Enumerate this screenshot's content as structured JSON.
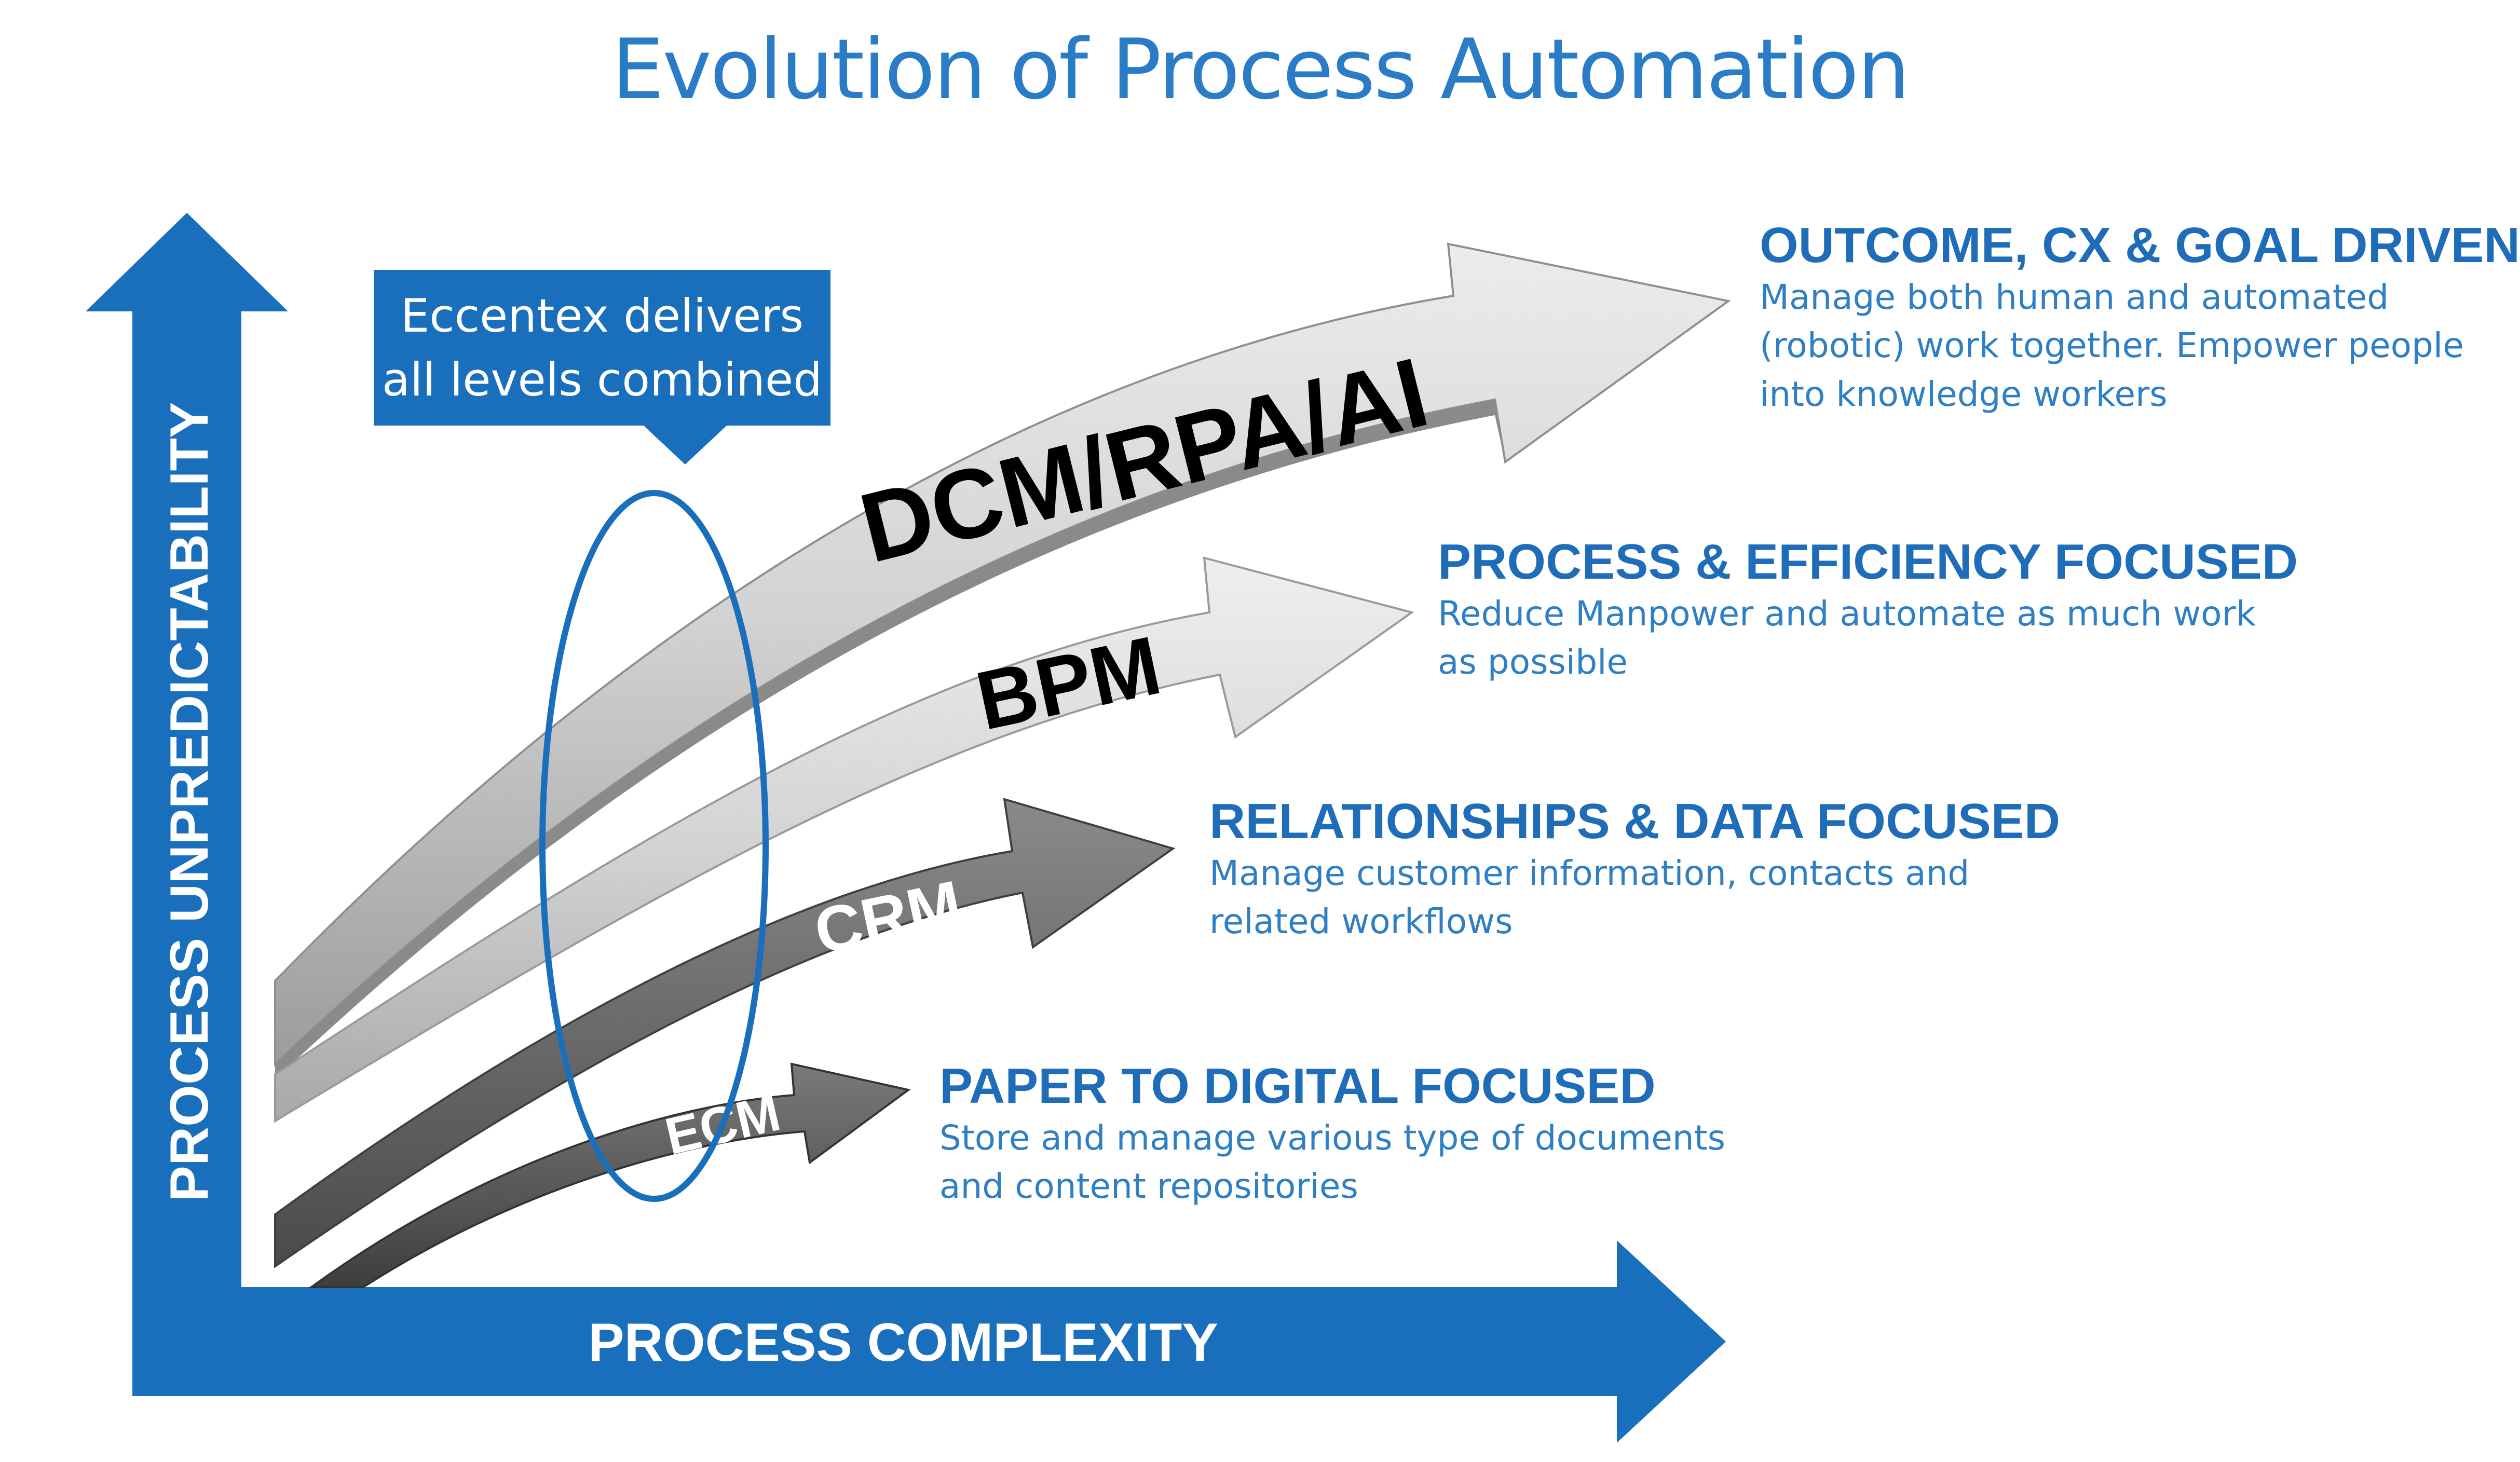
{
  "title": "Evolution of Process Automation",
  "callout": {
    "lines": [
      "Eccentex delivers",
      "all levels combined"
    ]
  },
  "axes": {
    "y_label": "PROCESS UNPREDICTABILITY",
    "x_label": "PROCESS COMPLEXITY"
  },
  "arrows": [
    {
      "label": "ECM",
      "label_color": "#ffffff"
    },
    {
      "label": "CRM",
      "label_color": "#ffffff"
    },
    {
      "label": "BPM",
      "label_color": "#000000"
    },
    {
      "label": "DCM/RPA/AI",
      "label_color": "#000000"
    }
  ],
  "descriptions": [
    {
      "heading": "OUTCOME, CX & GOAL DRIVEN",
      "lines": [
        "Manage both human and automated",
        "(robotic) work together.  Empower people",
        "into knowledge  workers"
      ]
    },
    {
      "heading": "PROCESS & EFFICIENCY FOCUSED",
      "lines": [
        "Reduce Manpower  and automate as much work",
        "as possible"
      ]
    },
    {
      "heading": "RELATIONSHIPS & DATA FOCUSED",
      "lines": [
        "Manage customer information,  contacts and",
        "related workflows"
      ]
    },
    {
      "heading": "PAPER TO DIGITAL FOCUSED",
      "lines": [
        "Store and manage various type of documents",
        "and content repositories"
      ]
    }
  ],
  "colors": {
    "primary_blue": "#1a6fbd",
    "heading_blue": "#1f6db8",
    "dark_arrow": "#5f5f5f",
    "light_arrow": "#bdbdbd"
  }
}
